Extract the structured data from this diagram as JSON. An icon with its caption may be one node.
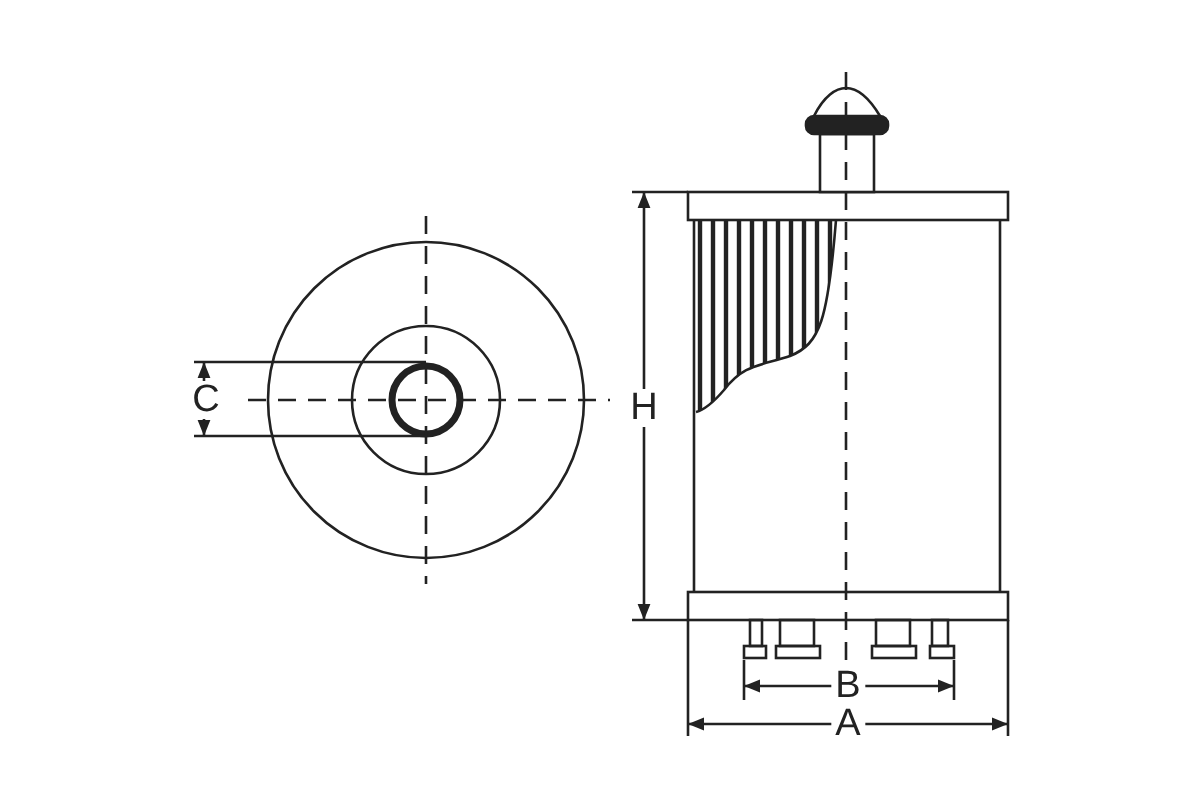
{
  "diagram": {
    "labels": [
      "C",
      "H",
      "B",
      "A"
    ]
  }
}
